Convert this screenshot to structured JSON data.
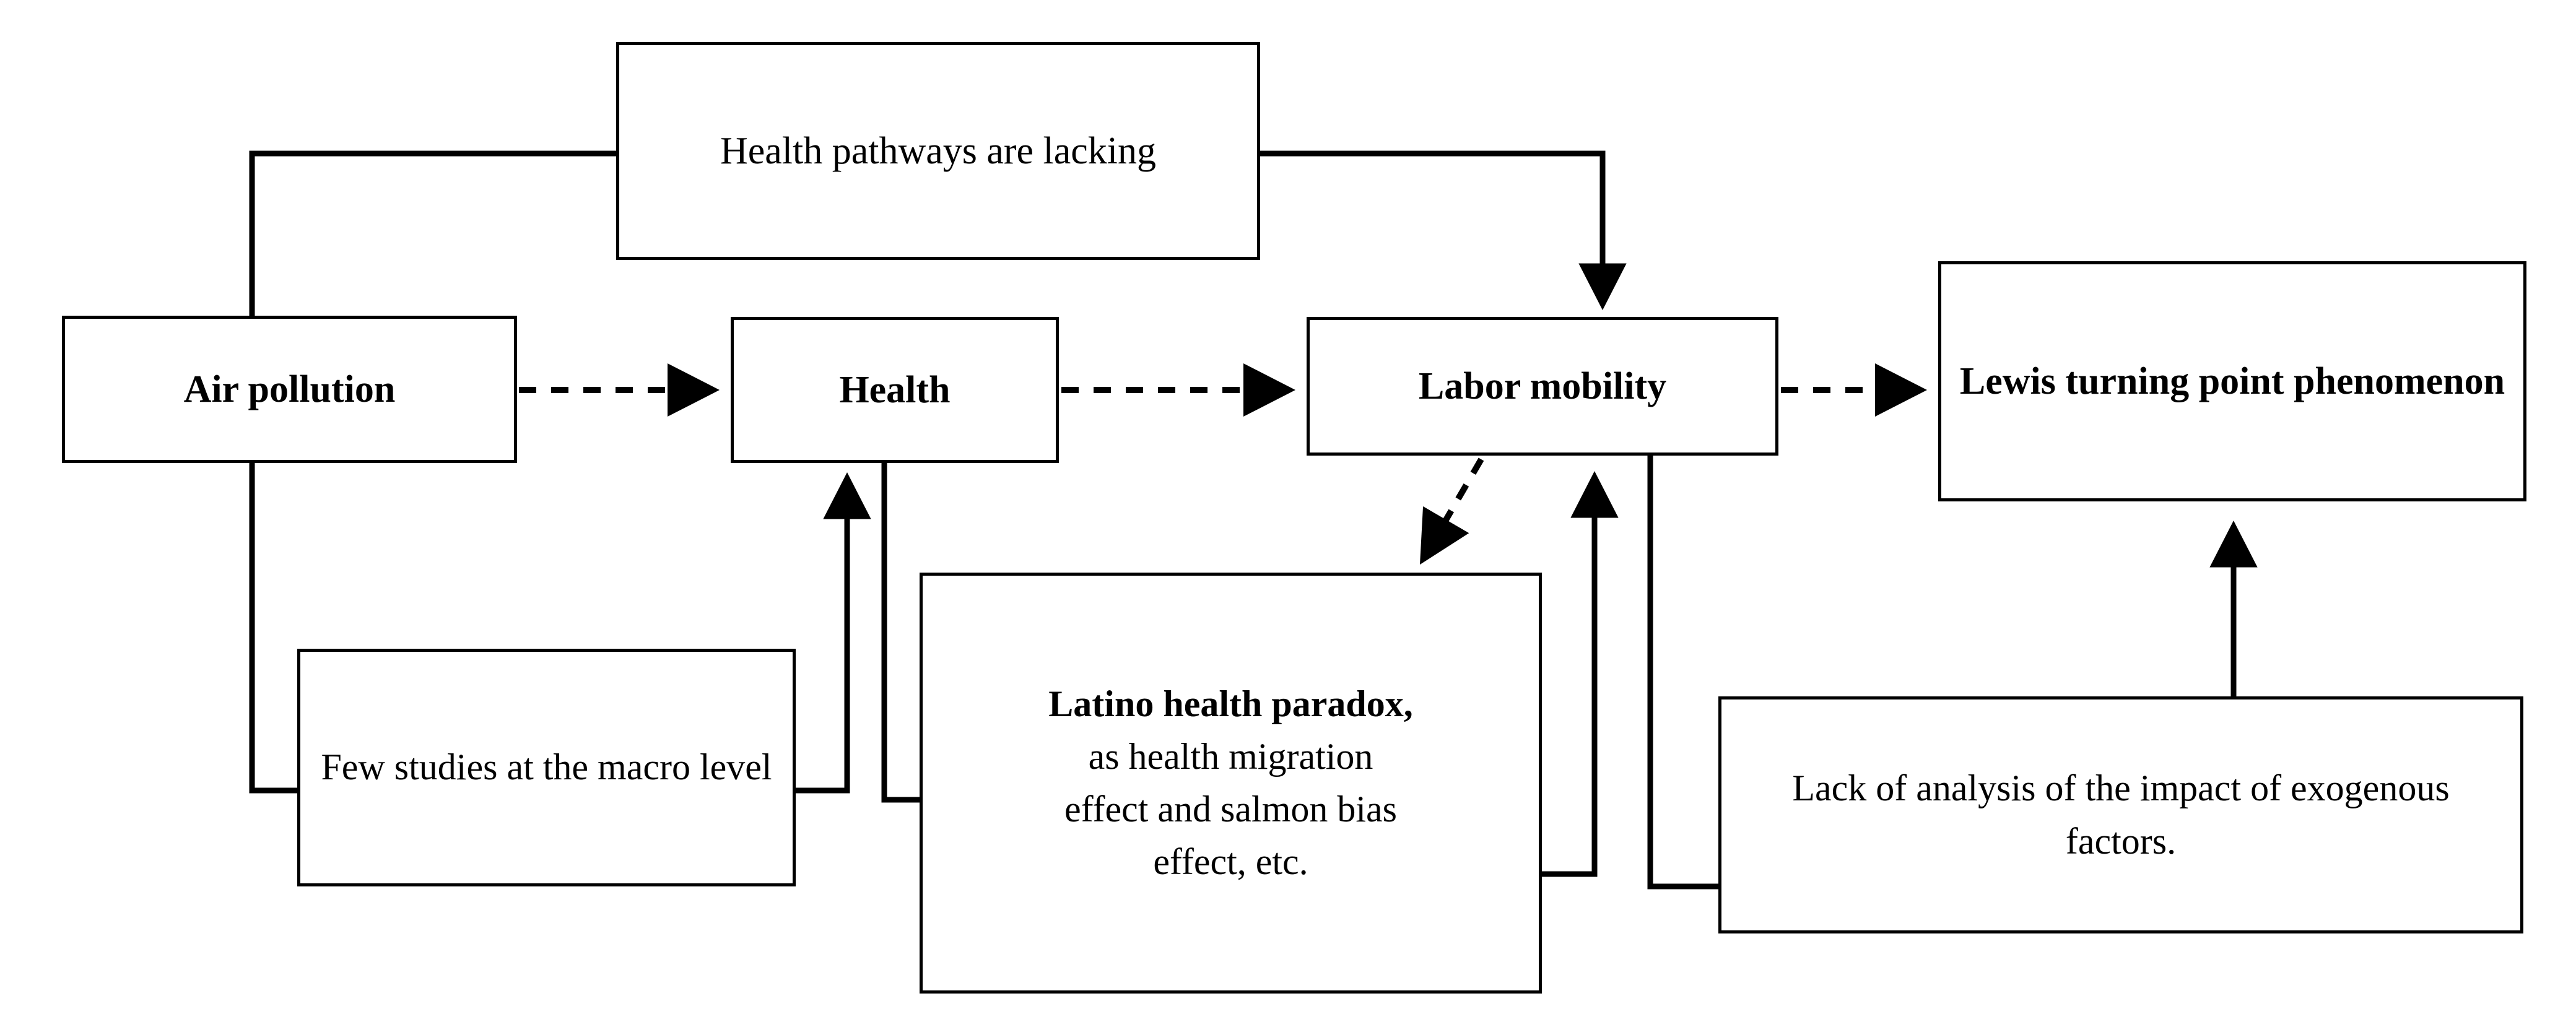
{
  "diagram": {
    "title": "Air pollution, health and labor mobility research gaps framework",
    "type": "flowchart",
    "stroke_color": "#000000",
    "background_color": "#ffffff",
    "nodes": [
      {
        "id": "health-pathways",
        "label": "Health pathways are lacking",
        "line1": "Health pathways are",
        "line2": "lacking",
        "emphasis": "regular"
      },
      {
        "id": "air-pollution",
        "label": "Air pollution",
        "emphasis": "bold"
      },
      {
        "id": "health",
        "label": "Health",
        "emphasis": "bold"
      },
      {
        "id": "labor-mobility",
        "label": "Labor mobility",
        "emphasis": "bold"
      },
      {
        "id": "lewis-turning-point",
        "label": "Lewis turning point phenomenon",
        "line1": "Lewis turning point",
        "line2": "phenomenon",
        "emphasis": "bold"
      },
      {
        "id": "few-studies",
        "label": "Few studies at the macro level",
        "line1": "Few studies at",
        "line2": "the macro level",
        "emphasis": "regular"
      },
      {
        "id": "latino-health-paradox",
        "label": "Latino health paradox, as health migration effect and salmon bias effect, etc.",
        "line1": "Latino health paradox,",
        "line2": "as health migration",
        "line3": "effect and salmon bias",
        "line4": "effect, etc.",
        "emphasis": "first-line-bold"
      },
      {
        "id": "lack-of-analysis",
        "label": "Lack of analysis of the impact of exogenous factors.",
        "line1": "Lack of analysis of the impact",
        "line2": "of exogenous factors.",
        "emphasis": "regular"
      }
    ],
    "edges": [
      {
        "id": "air-to-health",
        "from": "air-pollution",
        "to": "health",
        "style": "dashed",
        "arrow": "single"
      },
      {
        "id": "health-to-labor",
        "from": "health",
        "to": "labor-mobility",
        "style": "dashed",
        "arrow": "single"
      },
      {
        "id": "labor-to-lewis",
        "from": "labor-mobility",
        "to": "lewis-turning-point",
        "style": "dashed",
        "arrow": "single"
      },
      {
        "id": "labor-to-latino",
        "from": "labor-mobility",
        "to": "latino-health-paradox",
        "style": "dashed",
        "arrow": "single"
      },
      {
        "id": "pathways-to-labor",
        "from": "health-pathways",
        "to": "labor-mobility",
        "style": "solid",
        "arrow": "single"
      },
      {
        "id": "air-to-pathways",
        "from": "air-pollution",
        "to": "health-pathways",
        "style": "solid",
        "arrow": "none"
      },
      {
        "id": "air-to-few",
        "from": "air-pollution",
        "to": "few-studies",
        "style": "solid",
        "arrow": "none"
      },
      {
        "id": "few-to-health",
        "from": "few-studies",
        "to": "health",
        "style": "solid",
        "arrow": "single"
      },
      {
        "id": "health-to-latino",
        "from": "health",
        "to": "latino-health-paradox",
        "style": "solid",
        "arrow": "none"
      },
      {
        "id": "latino-to-labor",
        "from": "latino-health-paradox",
        "to": "labor-mobility",
        "style": "solid",
        "arrow": "single"
      },
      {
        "id": "labor-to-lack",
        "from": "labor-mobility",
        "to": "lack-of-analysis",
        "style": "solid",
        "arrow": "none"
      },
      {
        "id": "lack-to-lewis",
        "from": "lack-of-analysis",
        "to": "lewis-turning-point",
        "style": "solid",
        "arrow": "single"
      }
    ]
  }
}
